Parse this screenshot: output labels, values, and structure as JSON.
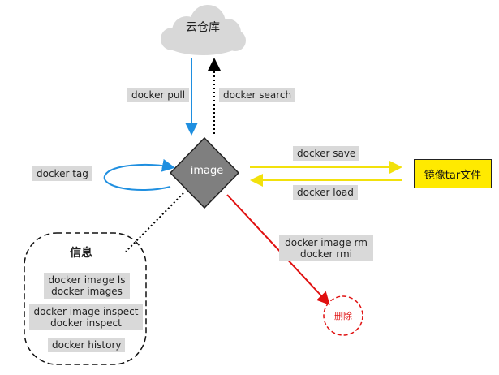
{
  "nodes": {
    "cloud": "云仓库",
    "image": "image",
    "tar_file": "镜像tar文件",
    "info_title": "信息",
    "delete": "删除"
  },
  "edges": {
    "pull": "docker pull",
    "search": "docker search",
    "tag": "docker tag",
    "save": "docker save",
    "load": "docker load",
    "rmi_line1": "docker image rm",
    "rmi_line2": "docker rmi"
  },
  "info_commands": {
    "ls_line1": "docker image ls",
    "ls_line2": "docker images",
    "inspect_line1": "docker image inspect",
    "inspect_line2": "docker inspect",
    "history": "docker history"
  },
  "colors": {
    "blue": "#1f8fe0",
    "yellow": "#f2e10c",
    "red": "#e01010",
    "diamond": "#7f7f7f",
    "cloud": "#d8d8d8"
  }
}
